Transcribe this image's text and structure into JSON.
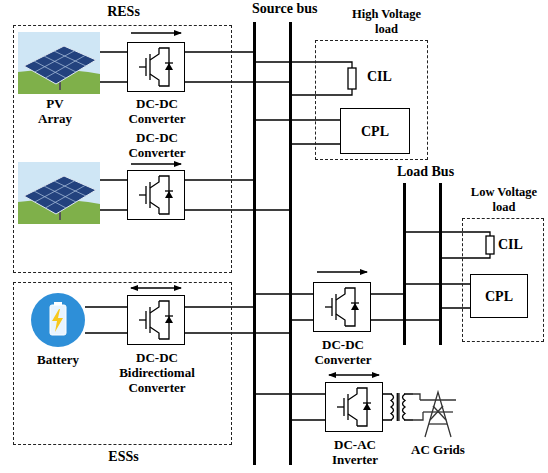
{
  "diagram": {
    "nodes": [
      {
        "text": [
          "RESs"
        ]
      },
      {
        "text": [
          "DC-DC Converter"
        ],
        "in": 0
      },
      {
        "text": [
          "DC-DC Converter"
        ],
        "in": 0
      },
      {
        "text": [
          "ESSs"
        ]
      },
      {
        "text": [
          "Battery"
        ],
        "in": 3
      },
      {
        "text": [
          "DC-DC Bidirectiomal Converter"
        ],
        "in": 3
      },
      {
        "text": [
          "Source bus"
        ]
      },
      {
        "text": [
          "High Voltage load"
        ]
      },
      {
        "text": [
          "CIL"
        ],
        "in": 7
      },
      {
        "text": [
          "CPL"
        ],
        "in": 7
      },
      {
        "text": [
          "DC-DC Converter"
        ]
      },
      {
        "text": [
          "Load Bus"
        ]
      },
      {
        "text": [
          "Low Voltage load"
        ]
      },
      {
        "text": [
          "CIL"
        ],
        "in": 12
      },
      {
        "text": [
          "CPL"
        ],
        "in": 12
      },
      {
        "text": [
          "DC-AC Inverter"
        ]
      },
      {
        "text": [
          "AC Grids"
        ]
      }
    ],
    "edges": [
      {
        "from": 1,
        "to": 6,
        "arrow": "none"
      },
      {
        "from": 2,
        "to": 6,
        "arrow": "none"
      },
      {
        "from": 4,
        "to": 5,
        "arrow": "none"
      },
      {
        "from": 5,
        "to": 6,
        "arrow": "none"
      },
      {
        "from": 6,
        "to": 8,
        "arrow": "none"
      },
      {
        "from": 6,
        "to": 9,
        "arrow": "none"
      },
      {
        "from": 6,
        "to": 10,
        "arrow": "none"
      },
      {
        "from": 10,
        "to": 11,
        "arrow": "none"
      },
      {
        "from": 11,
        "to": 13,
        "arrow": "none"
      },
      {
        "from": 11,
        "to": 14,
        "arrow": "none"
      },
      {
        "from": 6,
        "to": 15,
        "arrow": "none"
      },
      {
        "from": 15,
        "to": 16,
        "arrow": "none"
      }
    ],
    "labels": [
      "PV Array"
    ]
  }
}
